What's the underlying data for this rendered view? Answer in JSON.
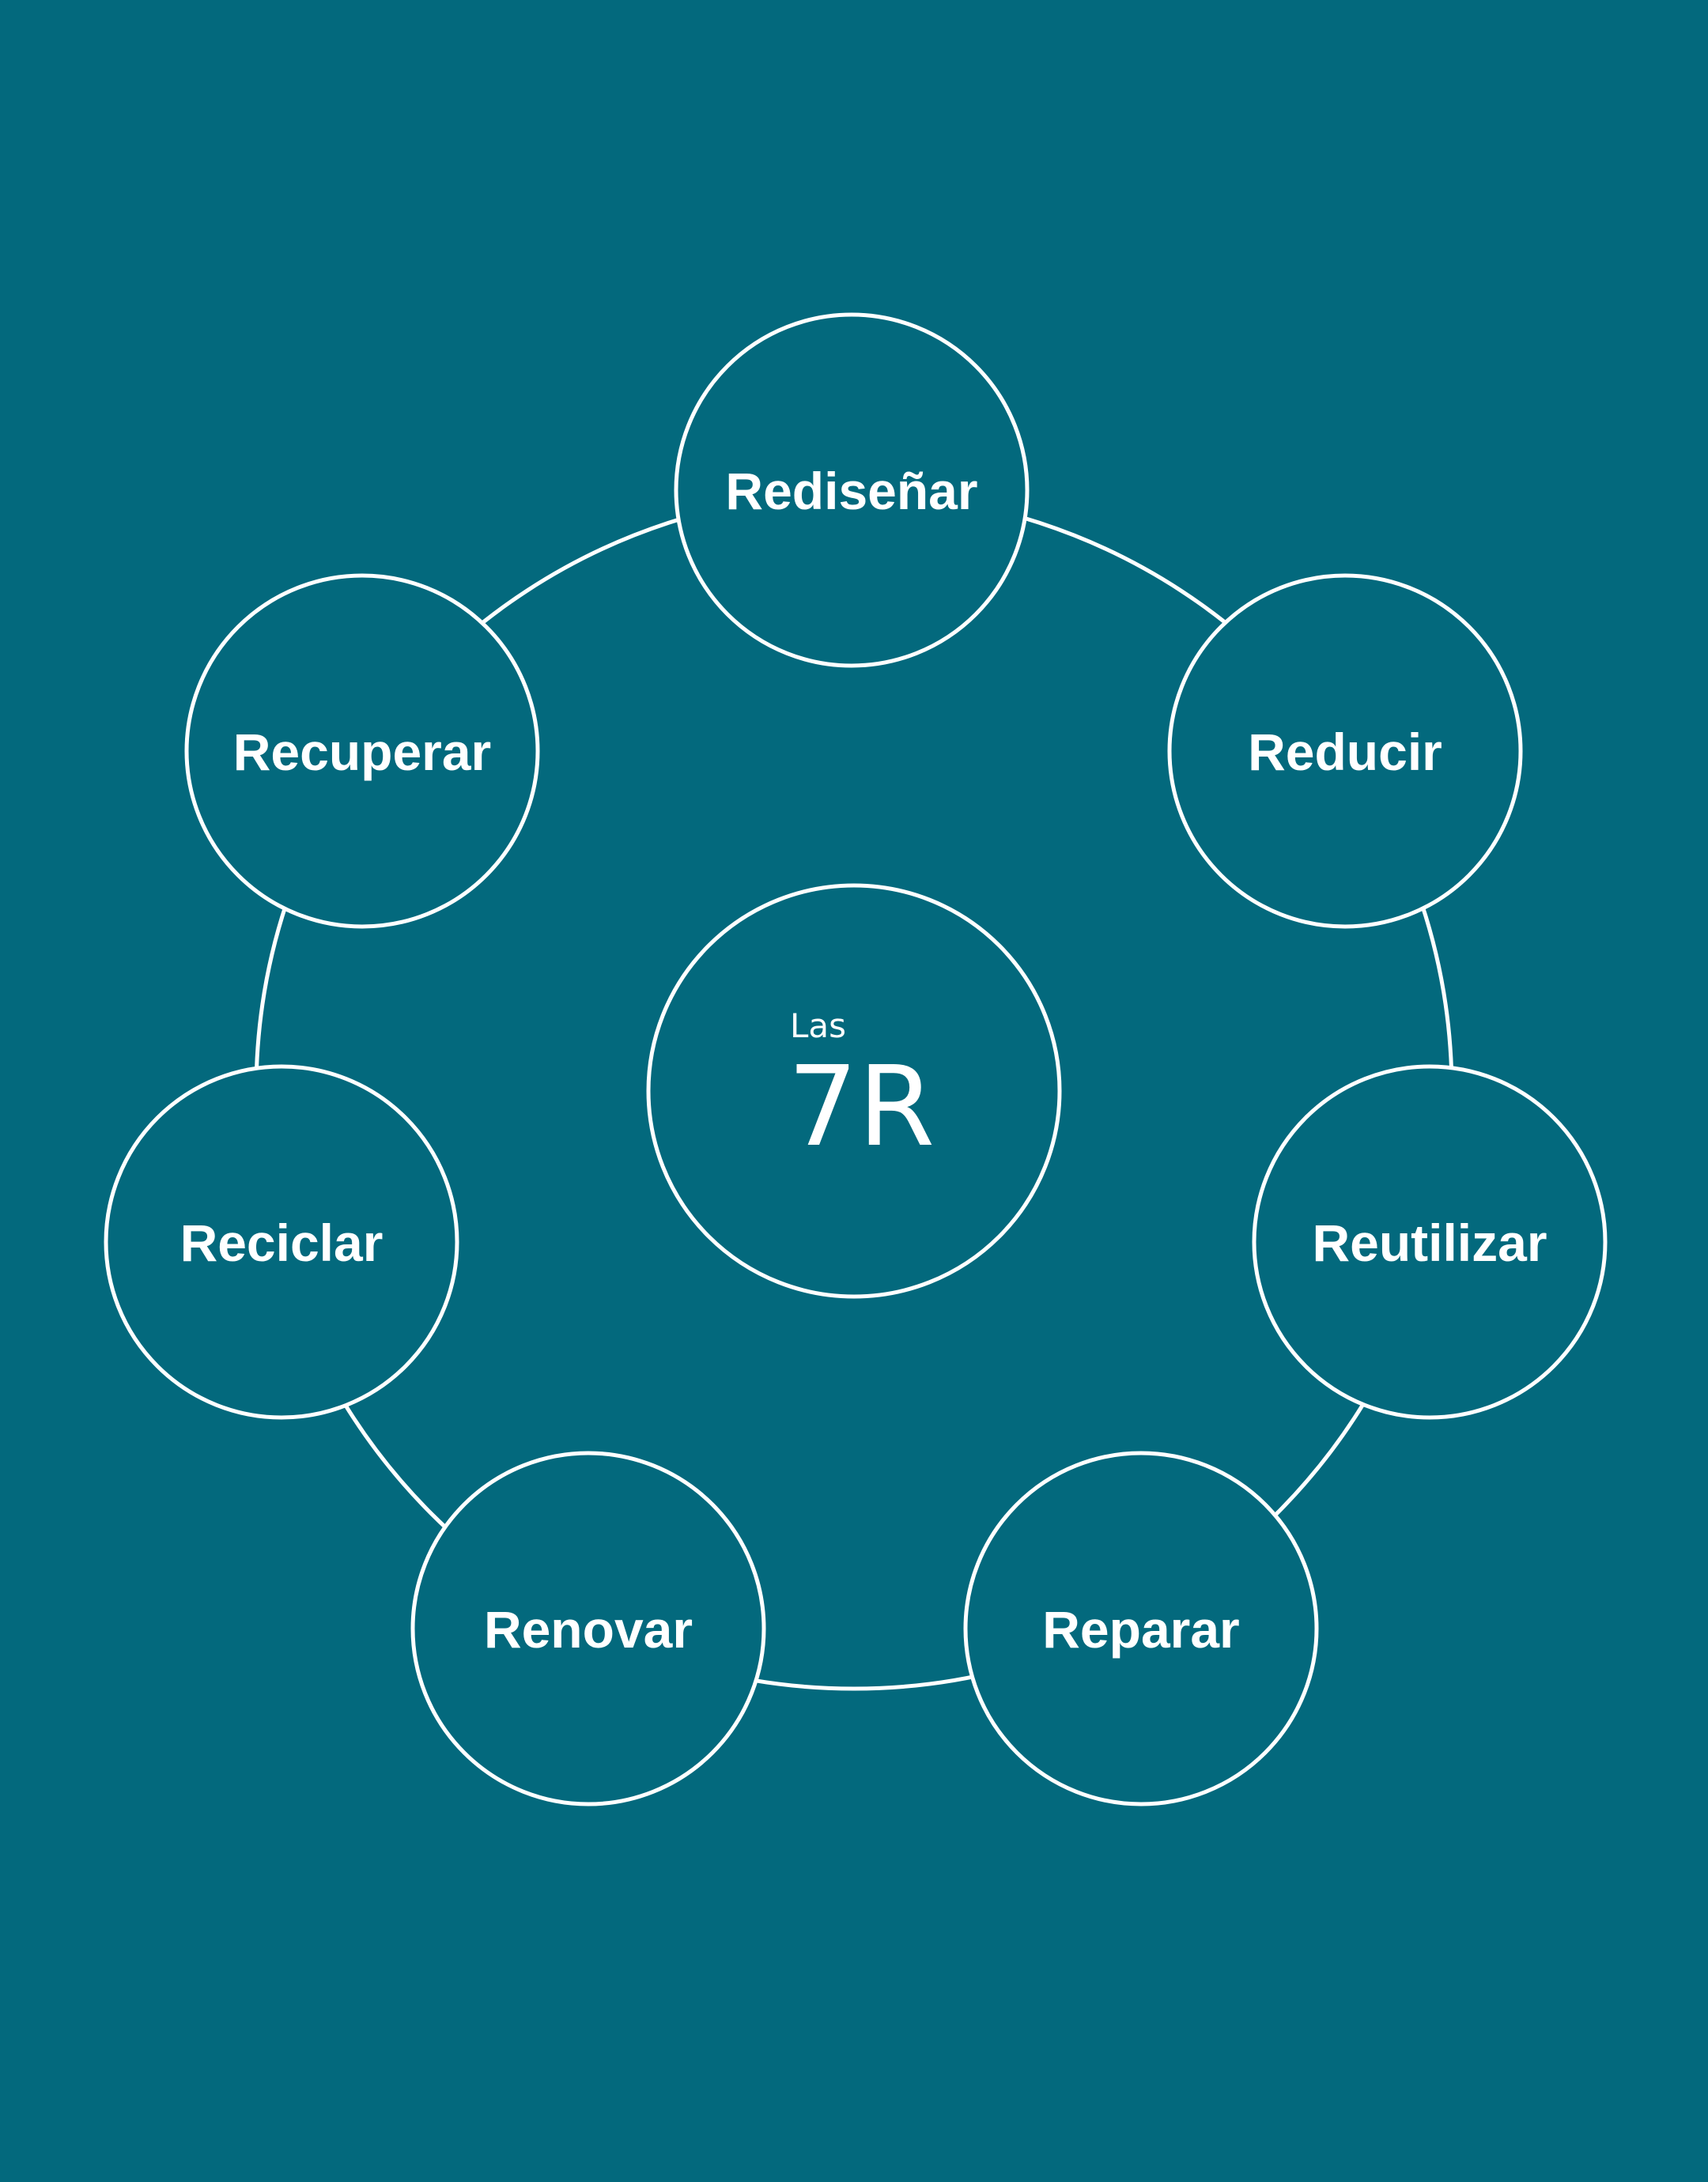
{
  "colors": {
    "background": "#03697d",
    "stroke": "#ffffff",
    "text": "#ffffff"
  },
  "center": {
    "small_label": "Las",
    "big_label": "7R"
  },
  "items": [
    {
      "label": "Rediseñar"
    },
    {
      "label": "Reducir"
    },
    {
      "label": "Reutilizar"
    },
    {
      "label": "Reparar"
    },
    {
      "label": "Renovar"
    },
    {
      "label": "Reciclar"
    },
    {
      "label": "Recuperar"
    }
  ]
}
